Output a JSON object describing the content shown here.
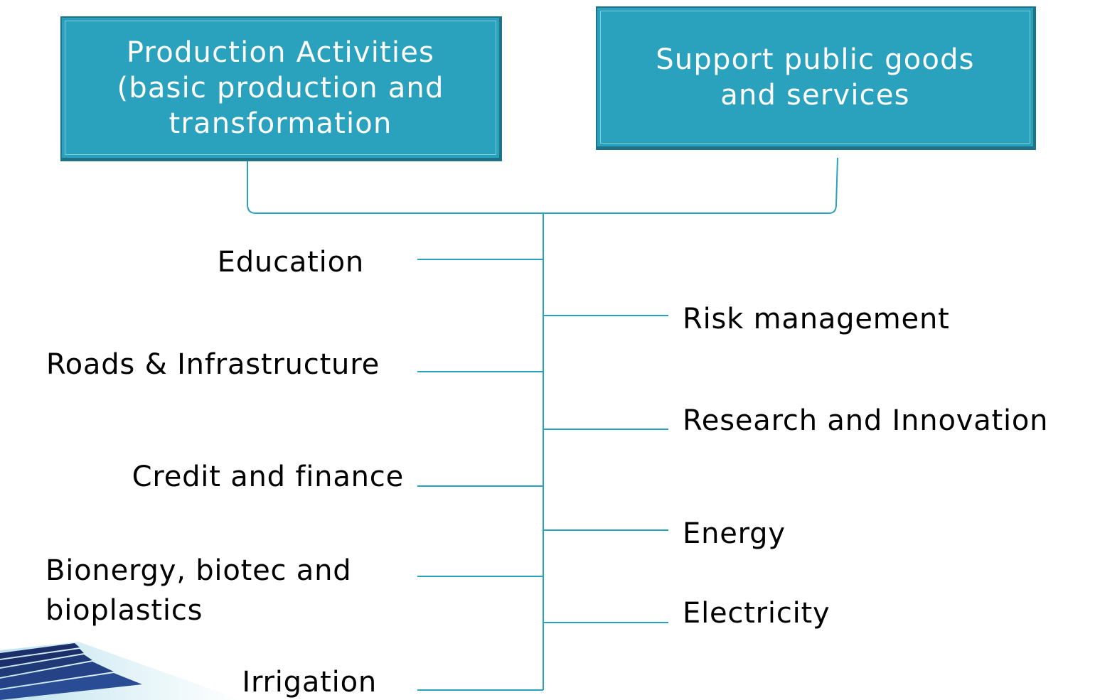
{
  "top_boxes": {
    "left": "Production Activities\n(basic production and\ntransformation",
    "right": "Support public goods\nand services"
  },
  "left_items": [
    "Education",
    "Roads & Infrastructure",
    "Credit and finance",
    "Bionergy, biotec and\nbioplastics",
    "Irrigation"
  ],
  "right_items": [
    "Risk management",
    "Research and Innovation",
    "Energy",
    "Electricity"
  ],
  "colors": {
    "box_fill": "#2aa1bd",
    "box_border": "#1c7489",
    "connector": "#2aa1bd",
    "text": "#000000",
    "box_text": "#ffffff"
  }
}
